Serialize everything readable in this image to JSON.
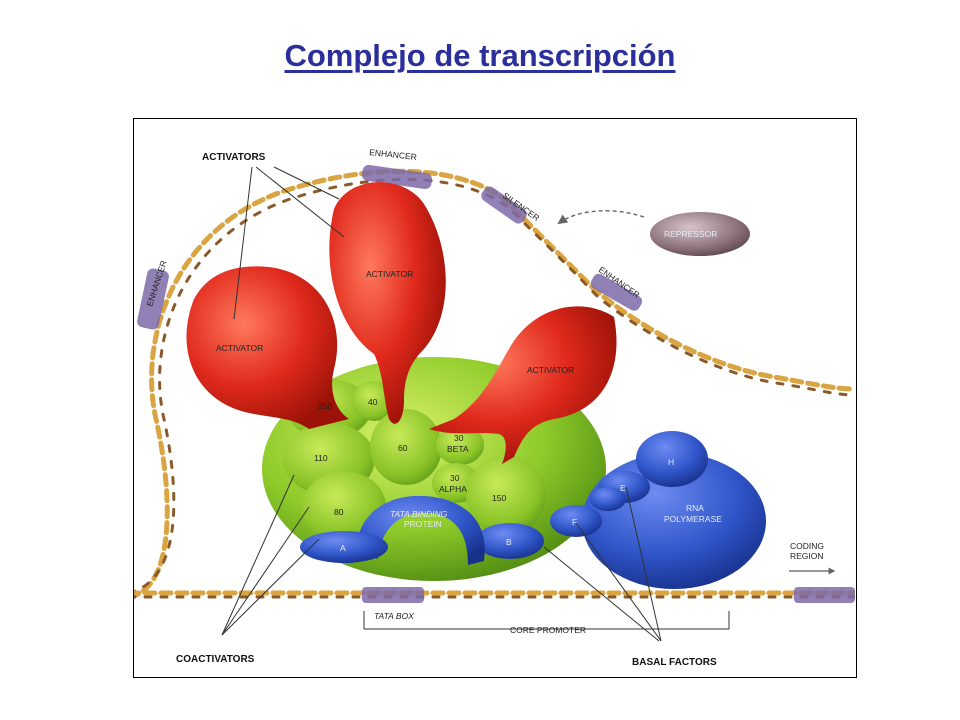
{
  "title": "Complejo de transcripción",
  "labels": {
    "activators": "ACTIVATORS",
    "activator": "ACTIVATOR",
    "enhancer": "ENHANCER",
    "silencer": "SILENCER",
    "repressor": "REPRESSOR",
    "coactivators": "COACTIVATORS",
    "basal_factors": "BASAL FACTORS",
    "tata_box": "TATA BOX",
    "core_promoter": "CORE PROMOTER",
    "coding_region": "CODING REGION",
    "coding_line1": "CODING",
    "coding_line2": "REGION",
    "tbp_line1": "TATA BINDING",
    "tbp_line2": "PROTEIN",
    "rna_line1": "RNA",
    "rna_line2": "POLYMERASE"
  },
  "coactivator_units": [
    "250",
    "40",
    "110",
    "60",
    "30 BETA",
    "30 ALPHA",
    "150",
    "80"
  ],
  "coactivator_unit_parts": {
    "beta_num": "30",
    "beta_word": "BETA",
    "alpha_num": "30",
    "alpha_word": "ALPHA"
  },
  "basal_factor_units": [
    "A",
    "B",
    "F",
    "E",
    "H"
  ],
  "colors": {
    "title": "#2b2f9b",
    "activator": "#e0291c",
    "coactivator": "#8fcb2a",
    "basal_factor": "#2f55c8",
    "repressor": "#8a6f78",
    "dna_strand_gold": "#d9a441",
    "dna_strand_brown": "#8a5a2b",
    "dna_regulatory_region": "#7d6aa8"
  }
}
